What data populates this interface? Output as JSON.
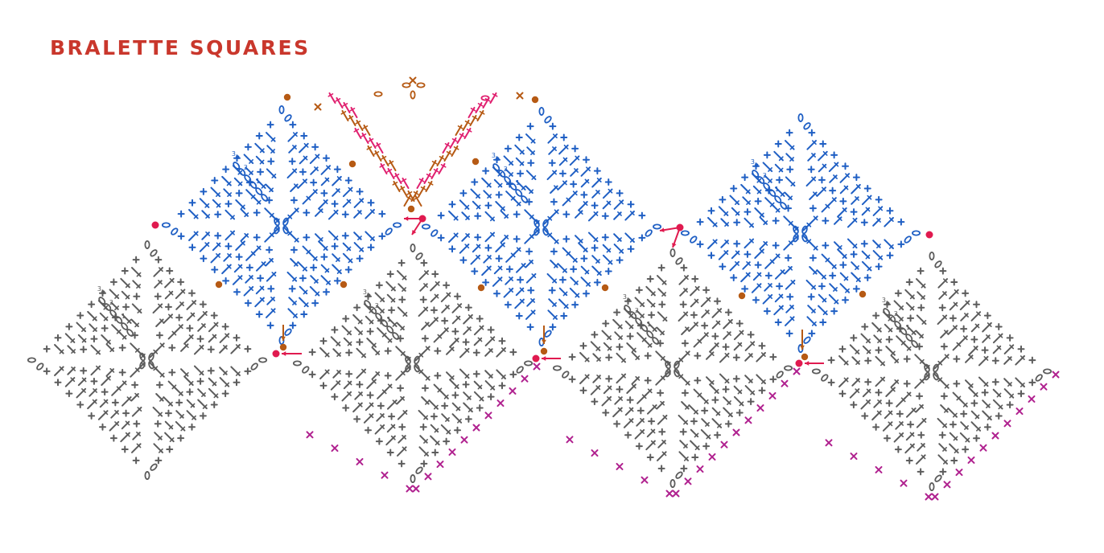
{
  "title": "BRALETTE SQUARES",
  "colors": {
    "title": "#c9372c",
    "square_outline": "#5c5c5c",
    "square_center": "#1f5fc4",
    "edging": "#b0218f",
    "join_rows": "#b65a14",
    "top_fill": "#e0206f",
    "marker": "#e01a4f"
  },
  "chart_data": {
    "type": "diagram",
    "description_symbols": [
      "chain-oval",
      "single-crochet-plus",
      "double-crochet-post",
      "slip-stitch-dot",
      "arrow"
    ],
    "squares": [
      {
        "name": "",
        "row": "lower",
        "col": 0,
        "center_color": "square_outline"
      },
      {
        "name": "",
        "row": "lower",
        "col": 1,
        "center_color": "square_outline"
      },
      {
        "name": "",
        "row": "lower",
        "col": 2,
        "center_color": "square_outline"
      },
      {
        "name": "",
        "row": "lower",
        "col": 3,
        "center_color": "square_outline"
      },
      {
        "name": "",
        "row": "upper",
        "col": 0,
        "center_color": "square_center"
      },
      {
        "name": "",
        "row": "upper",
        "col": 1,
        "center_color": "square_center"
      },
      {
        "name": "",
        "row": "upper",
        "col": 2,
        "center_color": "square_center"
      }
    ],
    "round_labels": [
      "3",
      "2",
      "1"
    ]
  }
}
